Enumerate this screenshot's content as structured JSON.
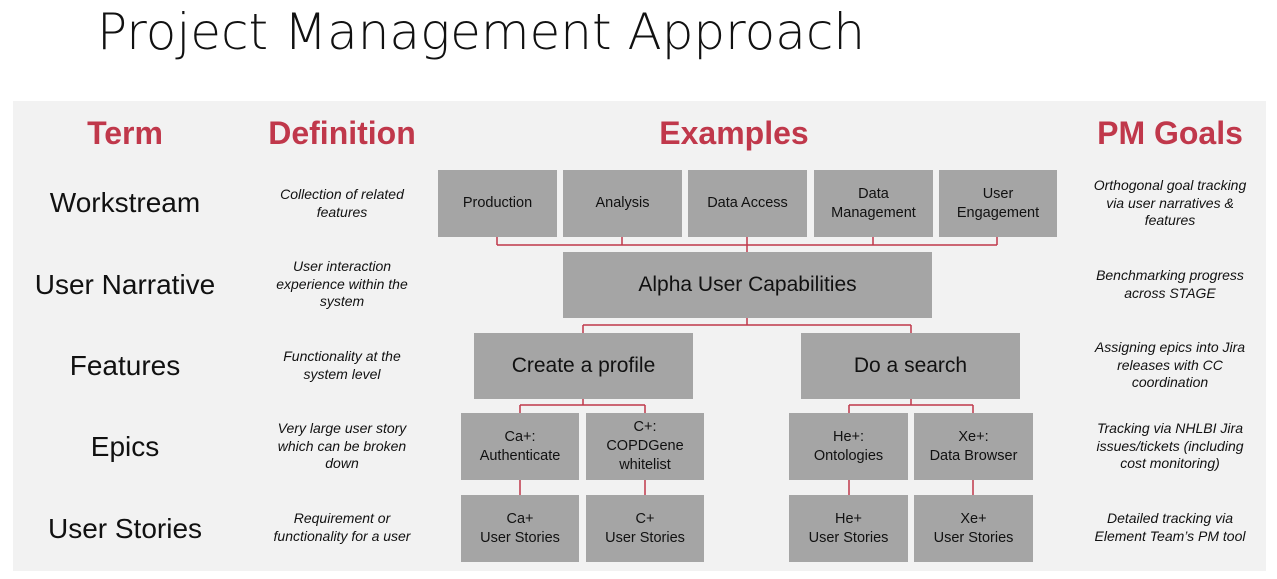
{
  "title": "Project Management Approach",
  "headers": {
    "term": "Term",
    "definition": "Definition",
    "examples": "Examples",
    "pm_goals": "PM Goals"
  },
  "rows": [
    {
      "term": "Workstream",
      "definition": [
        "Collection of related",
        "features"
      ],
      "goal": [
        "Orthogonal goal tracking",
        "via user narratives &",
        "features"
      ]
    },
    {
      "term": "User Narrative",
      "definition": [
        "User interaction",
        "experience within the",
        "system"
      ],
      "goal": [
        "Benchmarking progress",
        "across STAGE"
      ]
    },
    {
      "term": "Features",
      "definition": [
        "Functionality at the",
        "system level"
      ],
      "goal": [
        "Assigning epics into Jira",
        "releases with CC",
        "coordination"
      ]
    },
    {
      "term": "Epics",
      "definition": [
        "Very large user story",
        "which can be broken",
        "down"
      ],
      "goal": [
        "Tracking via NHLBI Jira",
        "issues/tickets (including",
        "cost monitoring)"
      ]
    },
    {
      "term": "User Stories",
      "definition": [
        "Requirement or",
        "functionality for a user"
      ],
      "goal": [
        "Detailed tracking via",
        "Element Team’s PM tool"
      ]
    }
  ],
  "examples": {
    "workstreams": [
      [
        "Production"
      ],
      [
        "Analysis"
      ],
      [
        "Data Access"
      ],
      [
        "Data",
        "Management"
      ],
      [
        "User",
        "Engagement"
      ]
    ],
    "narrative": [
      "Alpha User Capabilities"
    ],
    "features": [
      [
        "Create a profile"
      ],
      [
        "Do a search"
      ]
    ],
    "epics": [
      [
        "Ca+:",
        "Authenticate"
      ],
      [
        "C+:",
        "COPDGene",
        "whitelist"
      ],
      [
        "He+:",
        "Ontologies"
      ],
      [
        "Xe+:",
        "Data Browser"
      ]
    ],
    "stories": [
      [
        "Ca+",
        "User Stories"
      ],
      [
        "C+",
        "User Stories"
      ],
      [
        "He+",
        "User Stories"
      ],
      [
        "Xe+",
        "User Stories"
      ]
    ]
  },
  "colors": {
    "header_red": "#c0384b",
    "connector_red": "#c0384b",
    "box_gray": "#a5a5a5",
    "panel_gray": "#f2f2f2"
  }
}
